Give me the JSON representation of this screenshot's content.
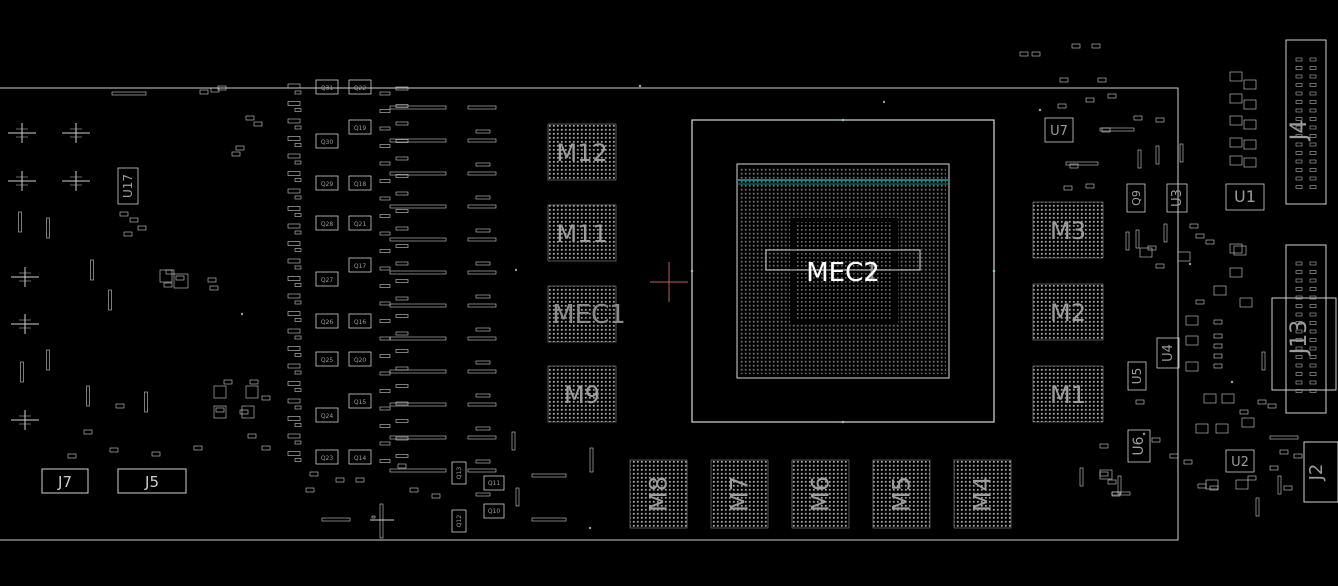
{
  "viewer": {
    "background": "#000000",
    "outline_color": "#d8d8d8",
    "pad_color": "#bfbfbf",
    "label_color": "#9c9c9c",
    "gpu_label_color": "#ffffff",
    "accent_color": "#1fa8a8",
    "cursor_color": "#b06060"
  },
  "labels": {
    "gpu_main": "MEC2",
    "gpu_overlay": "MEC1",
    "memory": [
      "M1",
      "M2",
      "M3",
      "M4",
      "M5",
      "M6",
      "M7",
      "M8",
      "M9",
      "M11",
      "M12"
    ],
    "connectors": [
      "J2",
      "J4",
      "J5",
      "J7",
      "J13"
    ],
    "ics": [
      "U1",
      "U2",
      "U3",
      "U4",
      "U5",
      "U6",
      "U7",
      "U17"
    ],
    "mosfets_left": [
      "Q31",
      "Q22",
      "Q30",
      "Q19",
      "Q29",
      "Q18",
      "Q28",
      "Q21",
      "Q17",
      "Q27",
      "Q26",
      "Q16",
      "Q25",
      "Q20",
      "Q15",
      "Q24",
      "Q23",
      "Q14"
    ],
    "mosfets_small": [
      "Q13",
      "Q11",
      "Q12",
      "Q10",
      "Q9"
    ]
  }
}
